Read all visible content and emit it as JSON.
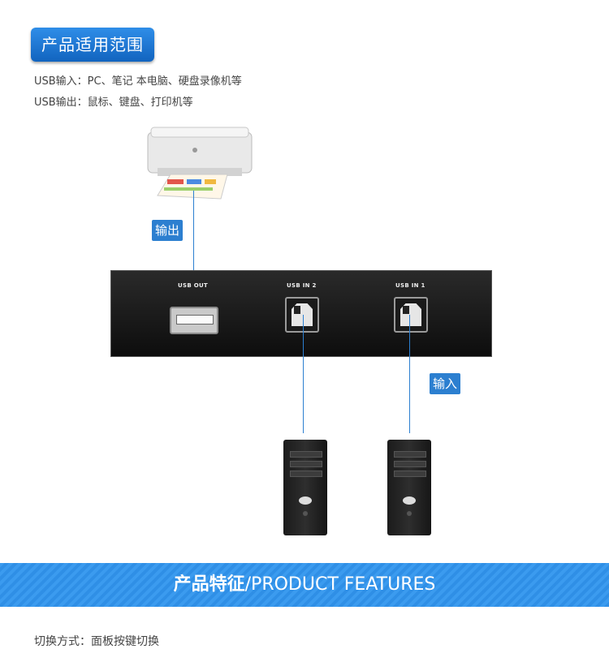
{
  "section_title": "产品适用范围",
  "usb_input_line": "USB输入：PC、笔记 本电脑、硬盘录像机等",
  "usb_output_line": "USB输出：鼠标、键盘、打印机等",
  "output_tag": "输出",
  "input_tag": "输入",
  "ports": {
    "out": "USB OUT",
    "in2": "USB IN 2",
    "in1": "USB IN 1"
  },
  "banner": {
    "bold": "产品特征",
    "rest": "/PRODUCT FEATURES"
  },
  "footer_line": "切换方式：面板按键切换",
  "colors": {
    "accent": "#2c7fd0",
    "banner": "#3b9bef"
  }
}
